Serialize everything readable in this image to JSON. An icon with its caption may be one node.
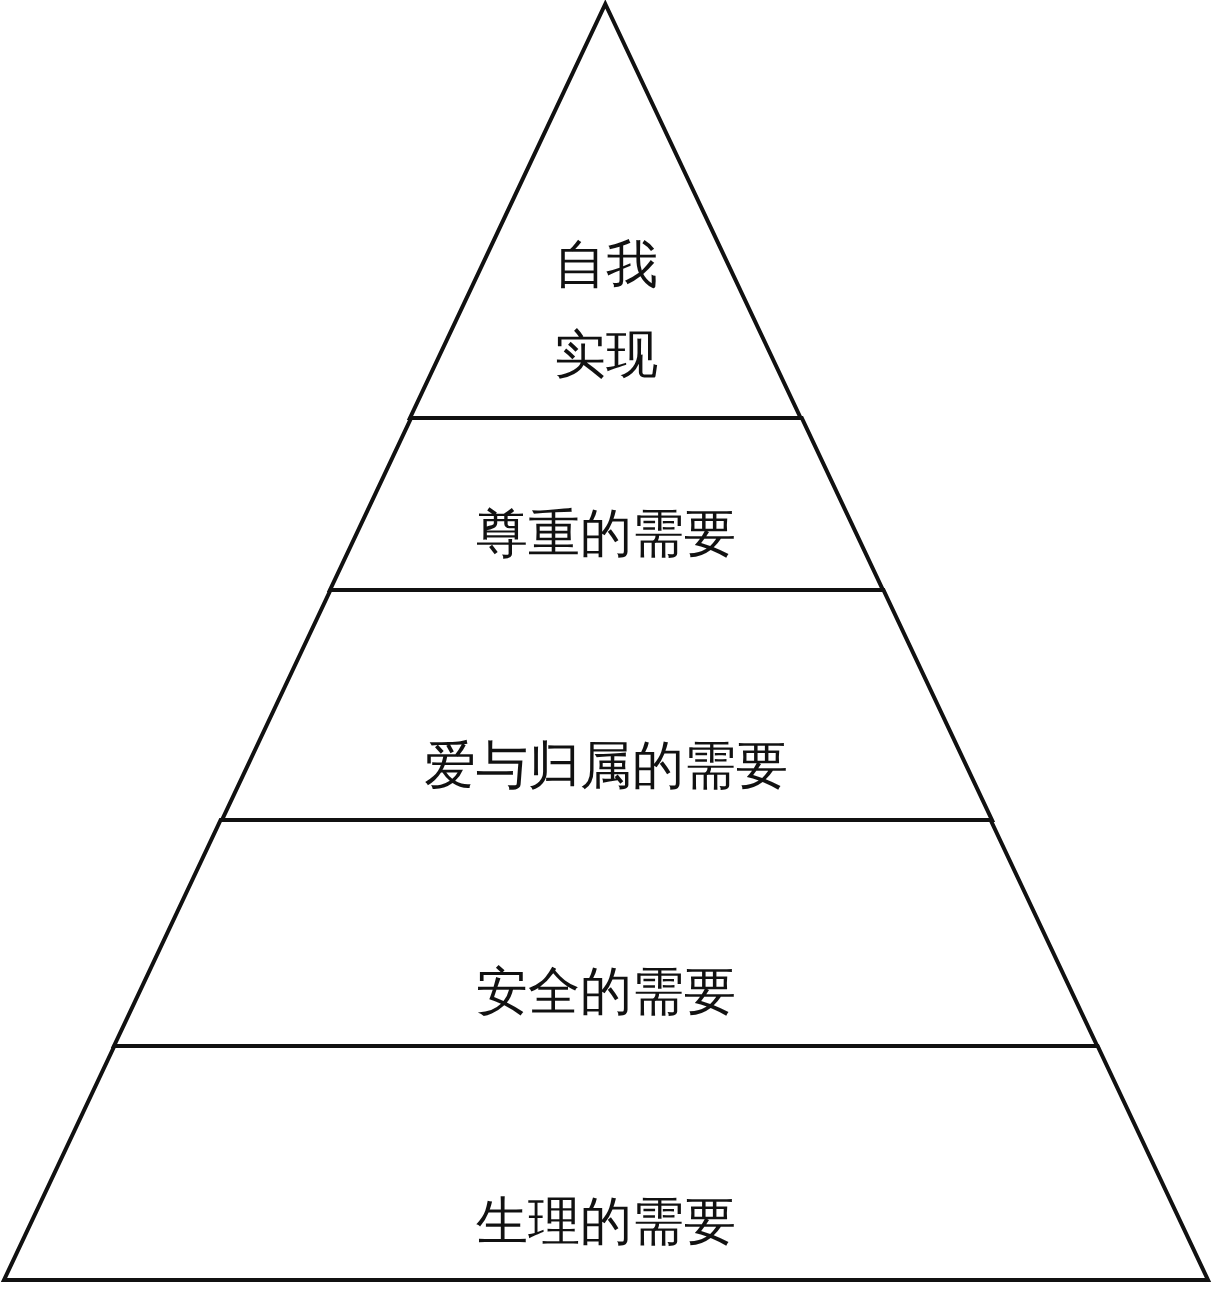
{
  "diagram": {
    "nodes": [
      {
        "text": [
          "自我实现"
        ]
      },
      {
        "text": [
          "尊重的需要"
        ]
      },
      {
        "text": [
          "爱与归属的需要"
        ]
      },
      {
        "text": [
          "安全的需要"
        ]
      },
      {
        "text": [
          "生理的需要"
        ]
      }
    ]
  }
}
